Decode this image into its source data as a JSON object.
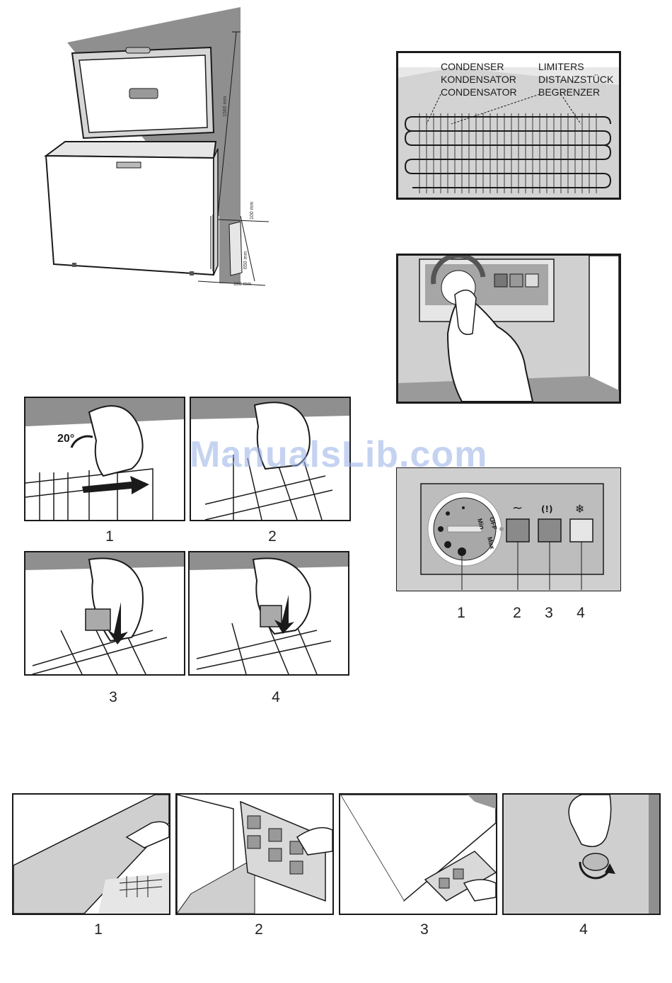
{
  "freezer_figure": {
    "dim_height": "1560 mm",
    "dim_top_gap": "100 mm",
    "dim_side": "650 mm",
    "dim_bottom": "100 mm"
  },
  "condenser_panel": {
    "label_left": [
      "CONDENSER",
      "KONDENSATOR",
      "CONDENSATOR"
    ],
    "label_right": [
      "LIMITERS",
      "DISTANZSTÜCK",
      "BEGRENZER"
    ]
  },
  "basket_steps": {
    "angle_label": "20°",
    "numbers": [
      "1",
      "2",
      "3",
      "4"
    ]
  },
  "control_panel": {
    "dial_labels": [
      "Min",
      "OFF",
      "Max"
    ],
    "light_symbols": [
      "~",
      "(!)",
      "❄"
    ],
    "numbers": [
      "1",
      "2",
      "3",
      "4"
    ]
  },
  "bottom_steps": {
    "numbers": [
      "1",
      "2",
      "3",
      "4"
    ]
  },
  "watermark": "ManualsLib.com",
  "colors": {
    "line": "#1a1a1a",
    "panel_gray": "#cfcfcf",
    "dark_gray": "#8a8a8a",
    "watermark": "#96afe6"
  }
}
